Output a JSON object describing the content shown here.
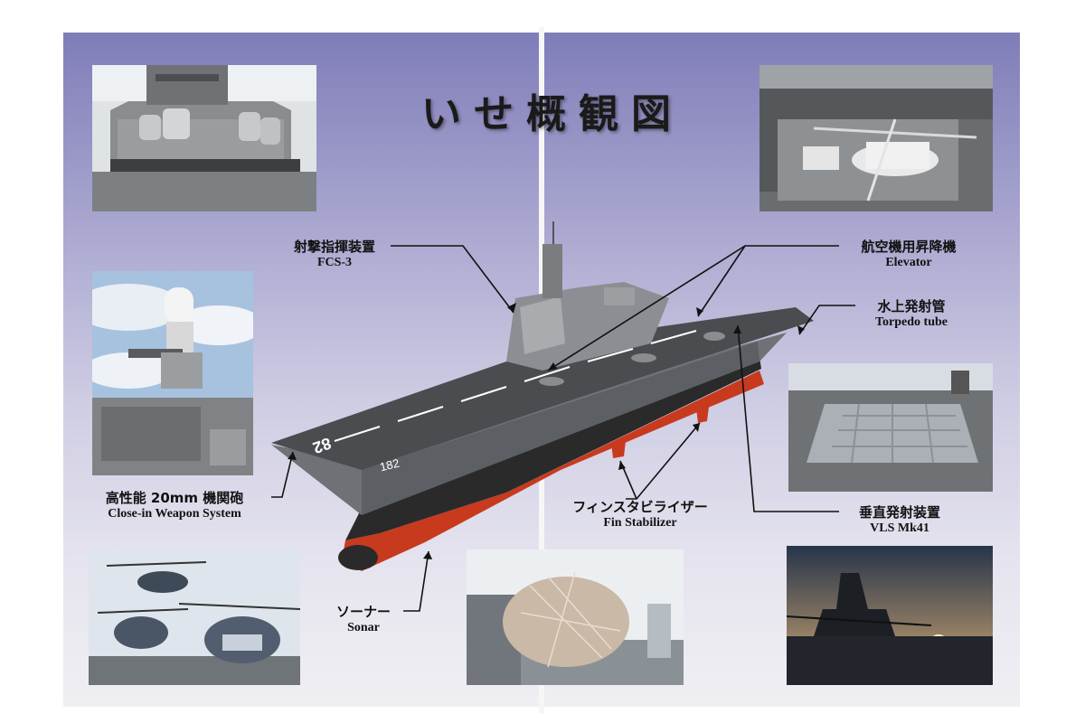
{
  "title": "いせ概観図",
  "hull_number": "182",
  "deck_number": "82",
  "callouts": {
    "fcs": {
      "jp": "射撃指揮装置",
      "en": "FCS-3"
    },
    "elevator": {
      "jp": "航空機用昇降機",
      "en": "Elevator"
    },
    "torpedo": {
      "jp": "水上発射管",
      "en": "Torpedo tube"
    },
    "ciws": {
      "jp": "高性能 20mm 機関砲",
      "en": "Close-in Weapon System"
    },
    "fin": {
      "jp": "フィンスタビライザー",
      "en": "Fin Stabilizer"
    },
    "vls": {
      "jp": "垂直発射装置",
      "en": "VLS Mk41"
    },
    "sonar": {
      "jp": "ソーナー",
      "en": "Sonar"
    }
  },
  "colors": {
    "hull_grey": "#5c5f63",
    "deck": "#4a4c50",
    "red": "#c83a1e",
    "bg_top": "#7f7db8"
  }
}
